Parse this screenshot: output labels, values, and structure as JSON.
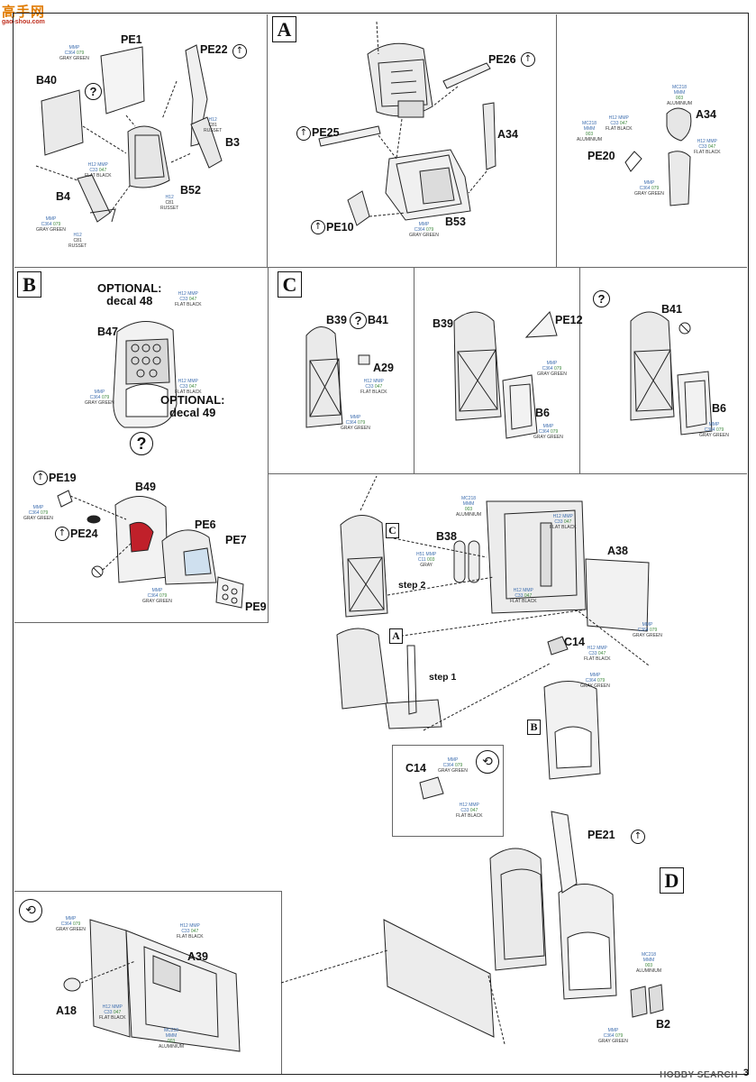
{
  "watermark_top": {
    "text": "高手网",
    "url": "gao-shou.com"
  },
  "watermark_bottom": "HOBBY SEARCH",
  "page_number": "3",
  "sections": {
    "A": "A",
    "B": "B",
    "C": "C",
    "D": "D"
  },
  "optional_48": {
    "line1": "OPTIONAL:",
    "line2": "decal 48"
  },
  "optional_49": {
    "line1": "OPTIONAL:",
    "line2": "decal 49"
  },
  "steps": {
    "step1": "step 1",
    "step2": "step 2"
  },
  "question_mark": "?",
  "part_labels": {
    "PE1": "PE1",
    "PE22": "PE22",
    "B40": "B40",
    "B3": "B3",
    "B4": "B4",
    "B52": "B52",
    "PE26": "PE26",
    "PE25": "PE25",
    "A34_a": "A34",
    "PE10": "PE10",
    "B53": "B53",
    "A34_b": "A34",
    "PE20": "PE20",
    "B47": "B47",
    "PE19": "PE19",
    "PE24": "PE24",
    "B49": "B49",
    "PE6": "PE6",
    "PE7": "PE7",
    "PE9": "PE9",
    "B39_a": "B39",
    "B41_a": "B41",
    "A29": "A29",
    "B39_b": "B39",
    "PE12": "PE12",
    "B6_a": "B6",
    "B41_b": "B41",
    "B6_b": "B6",
    "B38": "B38",
    "A38": "A38",
    "C14_a": "C14",
    "C14_b": "C14",
    "PE21": "PE21",
    "A39": "A39",
    "A18": "A18",
    "B2": "B2"
  },
  "paints": {
    "gray_green": {
      "brand1": "MMP",
      "code1": "C364",
      "code2": "079",
      "name": "GRAY GREEN"
    },
    "russet": {
      "brand1": "H12",
      "code1": "C81",
      "code2": "",
      "name": "RUSSET"
    },
    "flat_black": {
      "brand1": "H12 MMP",
      "code1": "C33",
      "code2": "047",
      "name": "FLAT BLACK"
    },
    "aluminium": {
      "brand1": "MC218",
      "code1": "MMM",
      "code2": "003",
      "name": "ALUMINIUM"
    },
    "gray": {
      "brand1": "H51 MMP",
      "code1": "C11",
      "code2": "003",
      "name": "GRAY"
    }
  },
  "colors": {
    "red_part": "#c0202a",
    "line": "#222222",
    "paint_blue": "#3f6fb0",
    "paint_green": "#3f8a3f"
  }
}
